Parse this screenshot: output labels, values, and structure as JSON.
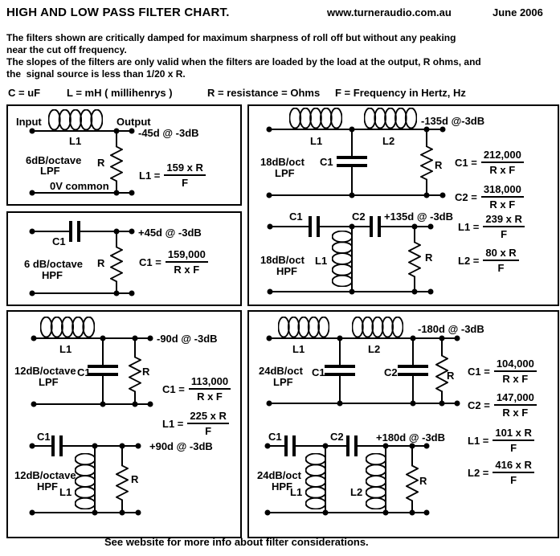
{
  "header": {
    "title": "HIGH AND LOW PASS FILTER CHART.",
    "website": "www.turneraudio.com.au",
    "date": "June 2006",
    "intro": {
      "line1": "The filters shown are critically damped for maximum sharpness of roll off but without any peaking",
      "line2": "near the cut off frequency."
    },
    "note": {
      "line1": "The slopes of the filters are only valid when the filters are loaded by the load at the output, R ohms, and",
      "line2": "the  signal source is less than 1/20 x R."
    },
    "legend": {
      "c": "C = uF",
      "l": "L = mH ( millihenrys )",
      "r": "R = resistance = Ohms",
      "f": "F = Frequency in Hertz, Hz"
    }
  },
  "box_6db_lpf": {
    "input": "Input",
    "output": "Output",
    "l1": "L1",
    "r": "R",
    "type1": "6dB/octave",
    "type2": "LPF",
    "common": "0V common",
    "phase": "-45d @ -3dB",
    "f1": {
      "lhs": "L1 =",
      "num": "159 x R",
      "den": "F"
    }
  },
  "box_6db_hpf": {
    "c1": "C1",
    "r": "R",
    "type1": "6 dB/octave",
    "type2": "HPF",
    "phase": "+45d @ -3dB",
    "f1": {
      "lhs": "C1 =",
      "num": "159,000",
      "den": "R x F"
    }
  },
  "box_18db": {
    "lpf": {
      "type1": "18dB/oct",
      "type2": "LPF",
      "l1": "L1",
      "l2": "L2",
      "c1": "C1",
      "r": "R",
      "phase": "-135d @-3dB"
    },
    "hpf": {
      "type1": "18dB/oct",
      "type2": "HPF",
      "c1": "C1",
      "c2": "C2",
      "l1": "L1",
      "r": "R",
      "phase": "+135d @ -3dB"
    },
    "f1": {
      "lhs": "C1 =",
      "num": "212,000",
      "den": "R x F"
    },
    "f2": {
      "lhs": "C2 =",
      "num": "318,000",
      "den": "R x F"
    },
    "f3": {
      "lhs": "L1 =",
      "num": "239 x R",
      "den": "F"
    },
    "f4": {
      "lhs": "L2 =",
      "num": "80 x R",
      "den": "F"
    }
  },
  "box_12db": {
    "lpf": {
      "type1": "12dB/octave",
      "type2": "LPF",
      "l1": "L1",
      "c1": "C1",
      "r": "R",
      "phase": "-90d @ -3dB"
    },
    "hpf": {
      "type1": "12dB/octave",
      "type2": "HPF",
      "c1": "C1",
      "l1": "L1",
      "r": "R",
      "phase": "+90d @ -3dB"
    },
    "f1": {
      "lhs": "C1 =",
      "num": "113,000",
      "den": "R x F"
    },
    "f2": {
      "lhs": "L1 =",
      "num": "225 x R",
      "den": "F"
    }
  },
  "box_24db": {
    "lpf": {
      "type1": "24dB/oct",
      "type2": "LPF",
      "l1": "L1",
      "l2": "L2",
      "c1": "C1",
      "c2": "C2",
      "r": "R",
      "phase": "-180d @ -3dB"
    },
    "hpf": {
      "type1": "24dB/oct",
      "type2": "HPF",
      "c1": "C1",
      "c2": "C2",
      "l1": "L1",
      "l2": "L2",
      "r": "R",
      "phase": "+180d @ -3dB"
    },
    "f1": {
      "lhs": "C1 =",
      "num": "104,000",
      "den": "R x F"
    },
    "f2": {
      "lhs": "C2 =",
      "num": "147,000",
      "den": "R x F"
    },
    "f3": {
      "lhs": "L1 =",
      "num": "101 x R",
      "den": "F"
    },
    "f4": {
      "lhs": "L2 =",
      "num": "416 x R",
      "den": "F"
    }
  },
  "footer": "See website for more info about filter considerations."
}
